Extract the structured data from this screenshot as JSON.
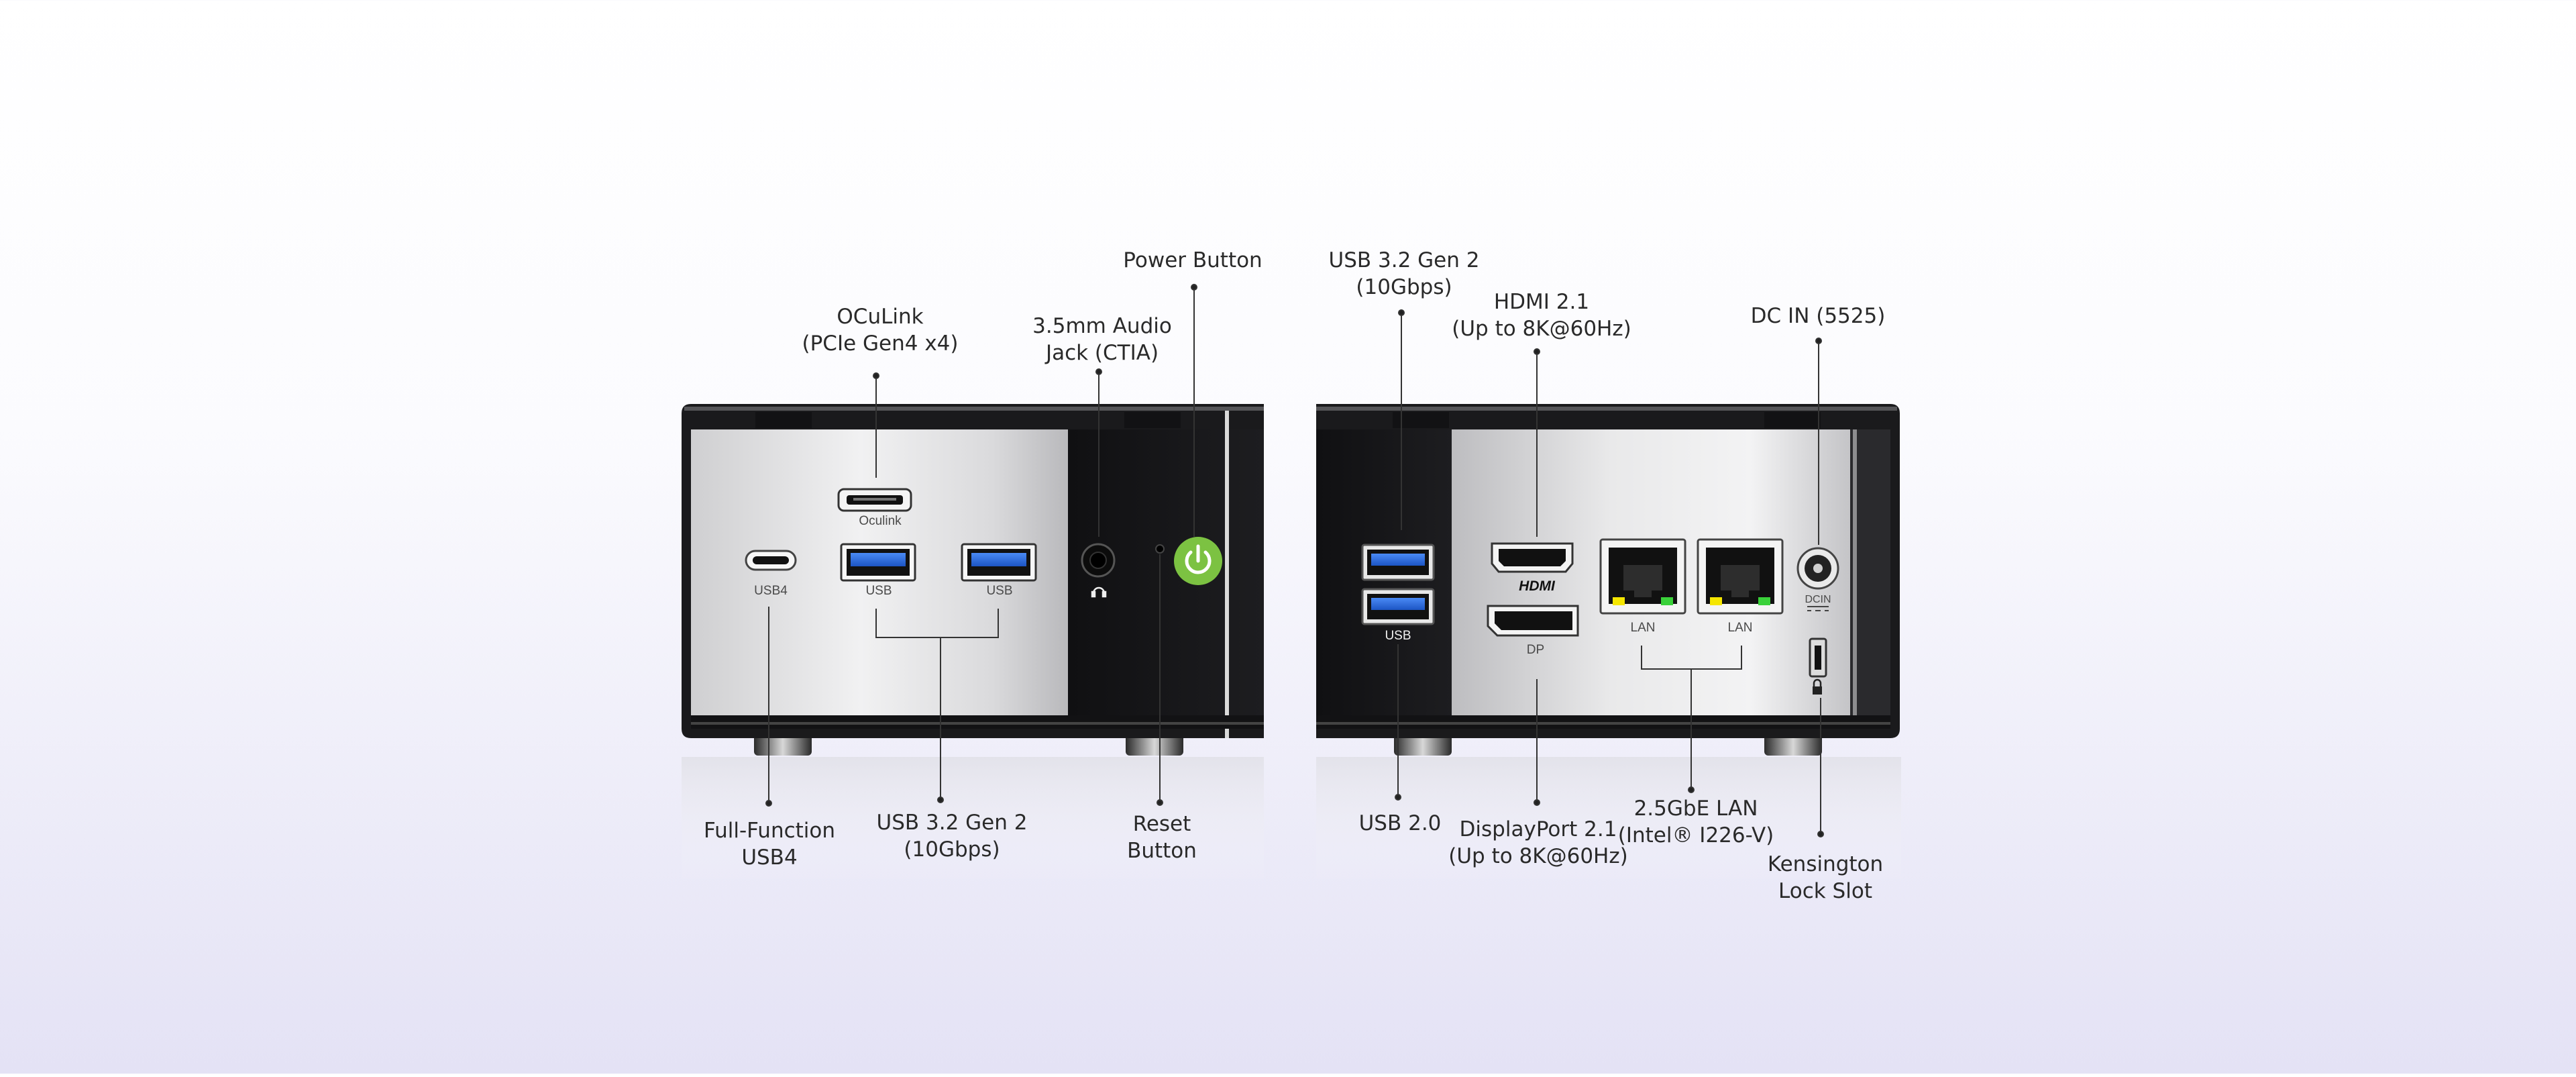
{
  "callouts": {
    "power_button": [
      "Power Button"
    ],
    "oculink": [
      "OCuLink",
      "(PCIe Gen4 x4)"
    ],
    "audio_jack": [
      "3.5mm Audio",
      "Jack (CTIA)"
    ],
    "usb4": [
      "Full-Function",
      "USB4"
    ],
    "usb32_front": [
      "USB 3.2 Gen 2",
      "(10Gbps)"
    ],
    "reset_button": [
      "Reset",
      "Button"
    ],
    "usb32_rear": [
      "USB 3.2 Gen 2",
      "(10Gbps)"
    ],
    "hdmi": [
      "HDMI 2.1",
      "(Up to 8K@60Hz)"
    ],
    "dc_in": [
      "DC IN (5525)"
    ],
    "usb20": [
      "USB 2.0"
    ],
    "displayport": [
      "DisplayPort 2.1",
      "(Up to 8K@60Hz)"
    ],
    "lan": [
      "2.5GbE LAN",
      "(Intel® I226-V)"
    ],
    "kensington": [
      "Kensington",
      "Lock Slot"
    ]
  },
  "port_labels": {
    "oculink": "Oculink",
    "usb4": "USB4",
    "usb_a1": "USB",
    "usb_a2": "USB",
    "usb_rear": "USB",
    "hdmi": "HDMI",
    "dp": "DP",
    "lan1": "LAN",
    "lan2": "LAN",
    "dcin": "DCIN"
  },
  "colors": {
    "power_green": "#7cc242",
    "usb_blue": "#2f6fe0",
    "lan_led_yellow": "#f5e600",
    "lan_led_green": "#3ad13a"
  }
}
